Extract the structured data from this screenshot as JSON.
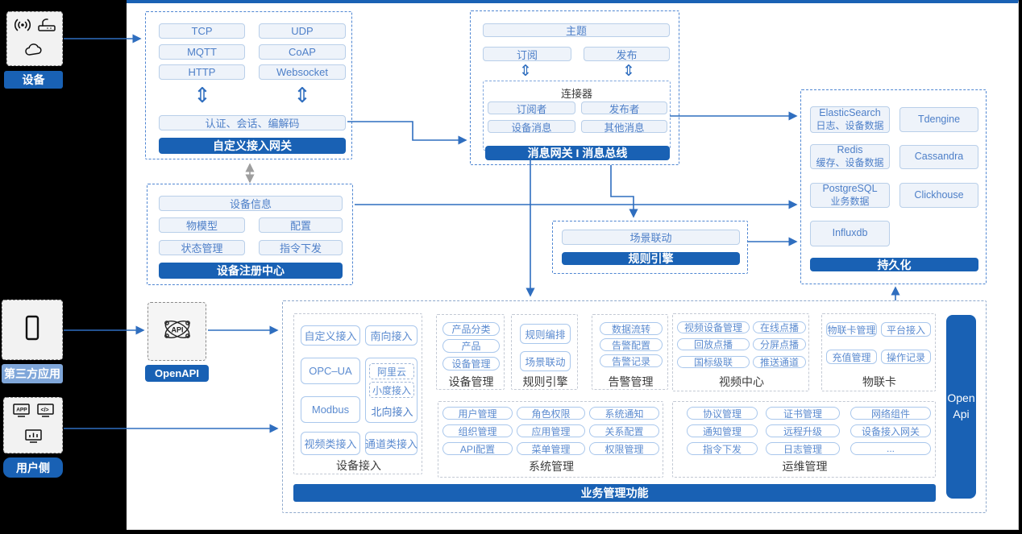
{
  "colors": {
    "accent": "#1961b4",
    "arrow": "#2f6ebf",
    "light_border": "#b9cfe9",
    "btn_text": "#4d7fc8"
  },
  "left_rail": {
    "device": {
      "label": "设备"
    },
    "third_party": {
      "label": "第三方应用",
      "icon_text": ""
    },
    "user_side": {
      "label": "用户侧",
      "app_icon_text": "APP",
      "code_icon_text": "</>"
    }
  },
  "openapi": {
    "label": "OpenAPI",
    "icon_text": "API"
  },
  "gateway_box": {
    "protocols": [
      "TCP",
      "UDP",
      "MQTT",
      "CoAP",
      "HTTP",
      "Websocket"
    ],
    "auth_bar": "认证、会话、编解码",
    "title": "自定义接入网关"
  },
  "registry_box": {
    "full_row": "设备信息",
    "cells": [
      "物模型",
      "配置",
      "状态管理",
      "指令下发"
    ],
    "title": "设备注册中心"
  },
  "message_box": {
    "topic": "主题",
    "subscribe": "订阅",
    "publish": "发布",
    "connector": {
      "title": "连接器",
      "cells": [
        "订阅者",
        "发布者",
        "设备消息",
        "其他消息"
      ]
    },
    "title": "消息网关 I 消息总线"
  },
  "persistence_box": {
    "stores": [
      {
        "name": "ElasticSearch",
        "sub": "日志、设备数据"
      },
      {
        "name": "Tdengine",
        "sub": ""
      },
      {
        "name": "Redis",
        "sub": "缓存、设备数据"
      },
      {
        "name": "Cassandra",
        "sub": ""
      },
      {
        "name": "PostgreSQL",
        "sub": "业务数据"
      },
      {
        "name": "Clickhouse",
        "sub": ""
      },
      {
        "name": "Influxdb",
        "sub": ""
      }
    ],
    "title": "持久化"
  },
  "rule_box": {
    "scene": "场景联动",
    "title": "规则引擎"
  },
  "business_box": {
    "title": "业务管理功能",
    "open_api_bar": "Open Api",
    "device_access": {
      "label": "设备接入",
      "btn_custom": "自定义接入",
      "btn_south": "南向接入",
      "btn_opcua": "OPC–UA",
      "btn_modbus": "Modbus",
      "north": {
        "items": [
          "阿里云",
          "小度接入"
        ],
        "label": "北向接入"
      },
      "btn_video": "视频类接入",
      "btn_channel": "通道类接入"
    },
    "device_mgmt": {
      "label": "设备管理",
      "buttons": [
        "产品分类",
        "产品",
        "设备管理"
      ]
    },
    "rule_engine": {
      "label": "规则引擎",
      "buttons": [
        "规则编排",
        "场景联动"
      ]
    },
    "alarm": {
      "label": "告警管理",
      "buttons": [
        "数据流转",
        "告警配置",
        "告警记录"
      ]
    },
    "video_center": {
      "label": "视频中心",
      "buttons": [
        "视频设备管理",
        "在线点播",
        "回放点播",
        "分屏点播",
        "国标级联",
        "推送通道"
      ]
    },
    "iot_card": {
      "label": "物联卡",
      "buttons": [
        "物联卡管理",
        "平台接入",
        "充值管理",
        "操作记录"
      ]
    },
    "system_mgmt": {
      "label": "系统管理",
      "buttons": [
        "用户管理",
        "角色权限",
        "系统通知",
        "组织管理",
        "应用管理",
        "关系配置",
        "API配置",
        "菜单管理",
        "权限管理"
      ]
    },
    "ops_mgmt": {
      "label": "运维管理",
      "buttons": [
        "协议管理",
        "证书管理",
        "网络组件",
        "通知管理",
        "远程升级",
        "设备接入网关",
        "指令下发",
        "日志管理",
        "..."
      ]
    }
  }
}
